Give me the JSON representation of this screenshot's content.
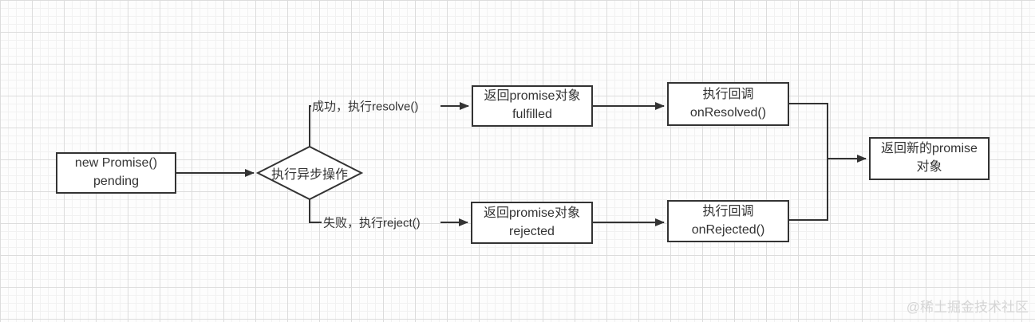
{
  "nodes": {
    "start": {
      "line1": "new Promise()",
      "line2": "pending"
    },
    "decision": {
      "label": "执行异步操作"
    },
    "fulfilled": {
      "line1": "返回promise对象",
      "line2": "fulfilled"
    },
    "rejected": {
      "line1": "返回promise对象",
      "line2": "rejected"
    },
    "on_resolved": {
      "line1": "执行回调",
      "line2": "onResolved()"
    },
    "on_rejected": {
      "line1": "执行回调",
      "line2": "onRejected()"
    },
    "result": {
      "line1": "返回新的promise",
      "line2": "对象"
    }
  },
  "edge_labels": {
    "success": "成功，执行resolve()",
    "fail": "失败，执行reject()"
  },
  "watermark": "@稀土掘金技术社区",
  "colors": {
    "stroke": "#333333",
    "node_fill": "#ffffff",
    "grid_minor": "#f1f1f1",
    "grid_major": "#dcdcdc",
    "watermark": "#d5d5d5"
  }
}
